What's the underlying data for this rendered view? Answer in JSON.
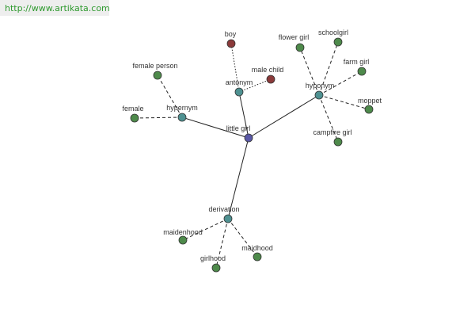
{
  "header": {
    "url": "http://www.artikata.com"
  },
  "colors": {
    "root": "#5a58a6",
    "relation": "#4e9191",
    "leaf": "#4e8a4b",
    "antonym_leaf": "#8b3a3a",
    "edge": "#222222"
  },
  "graph": {
    "root": {
      "id": "little-girl",
      "label": "little girl"
    },
    "relations": [
      {
        "id": "antonym",
        "label": "antonym",
        "style": "dotted",
        "leaves": [
          {
            "id": "boy",
            "label": "boy"
          },
          {
            "id": "male-child",
            "label": "male child"
          }
        ]
      },
      {
        "id": "hyponym",
        "label": "hyponym",
        "style": "dashed",
        "leaves": [
          {
            "id": "flower-girl",
            "label": "flower girl"
          },
          {
            "id": "schoolgirl",
            "label": "schoolgirl"
          },
          {
            "id": "farm-girl",
            "label": "farm girl"
          },
          {
            "id": "moppet",
            "label": "moppet"
          },
          {
            "id": "campfire-girl",
            "label": "campfire girl"
          }
        ]
      },
      {
        "id": "hypernym",
        "label": "hypernym",
        "style": "dashed",
        "leaves": [
          {
            "id": "female-person",
            "label": "female person"
          },
          {
            "id": "female",
            "label": "female"
          }
        ]
      },
      {
        "id": "derivation",
        "label": "derivation",
        "style": "dashed",
        "leaves": [
          {
            "id": "maidenhood",
            "label": "maidenhood"
          },
          {
            "id": "girlhood",
            "label": "girlhood"
          },
          {
            "id": "maidhood",
            "label": "maidhood"
          }
        ]
      }
    ]
  }
}
